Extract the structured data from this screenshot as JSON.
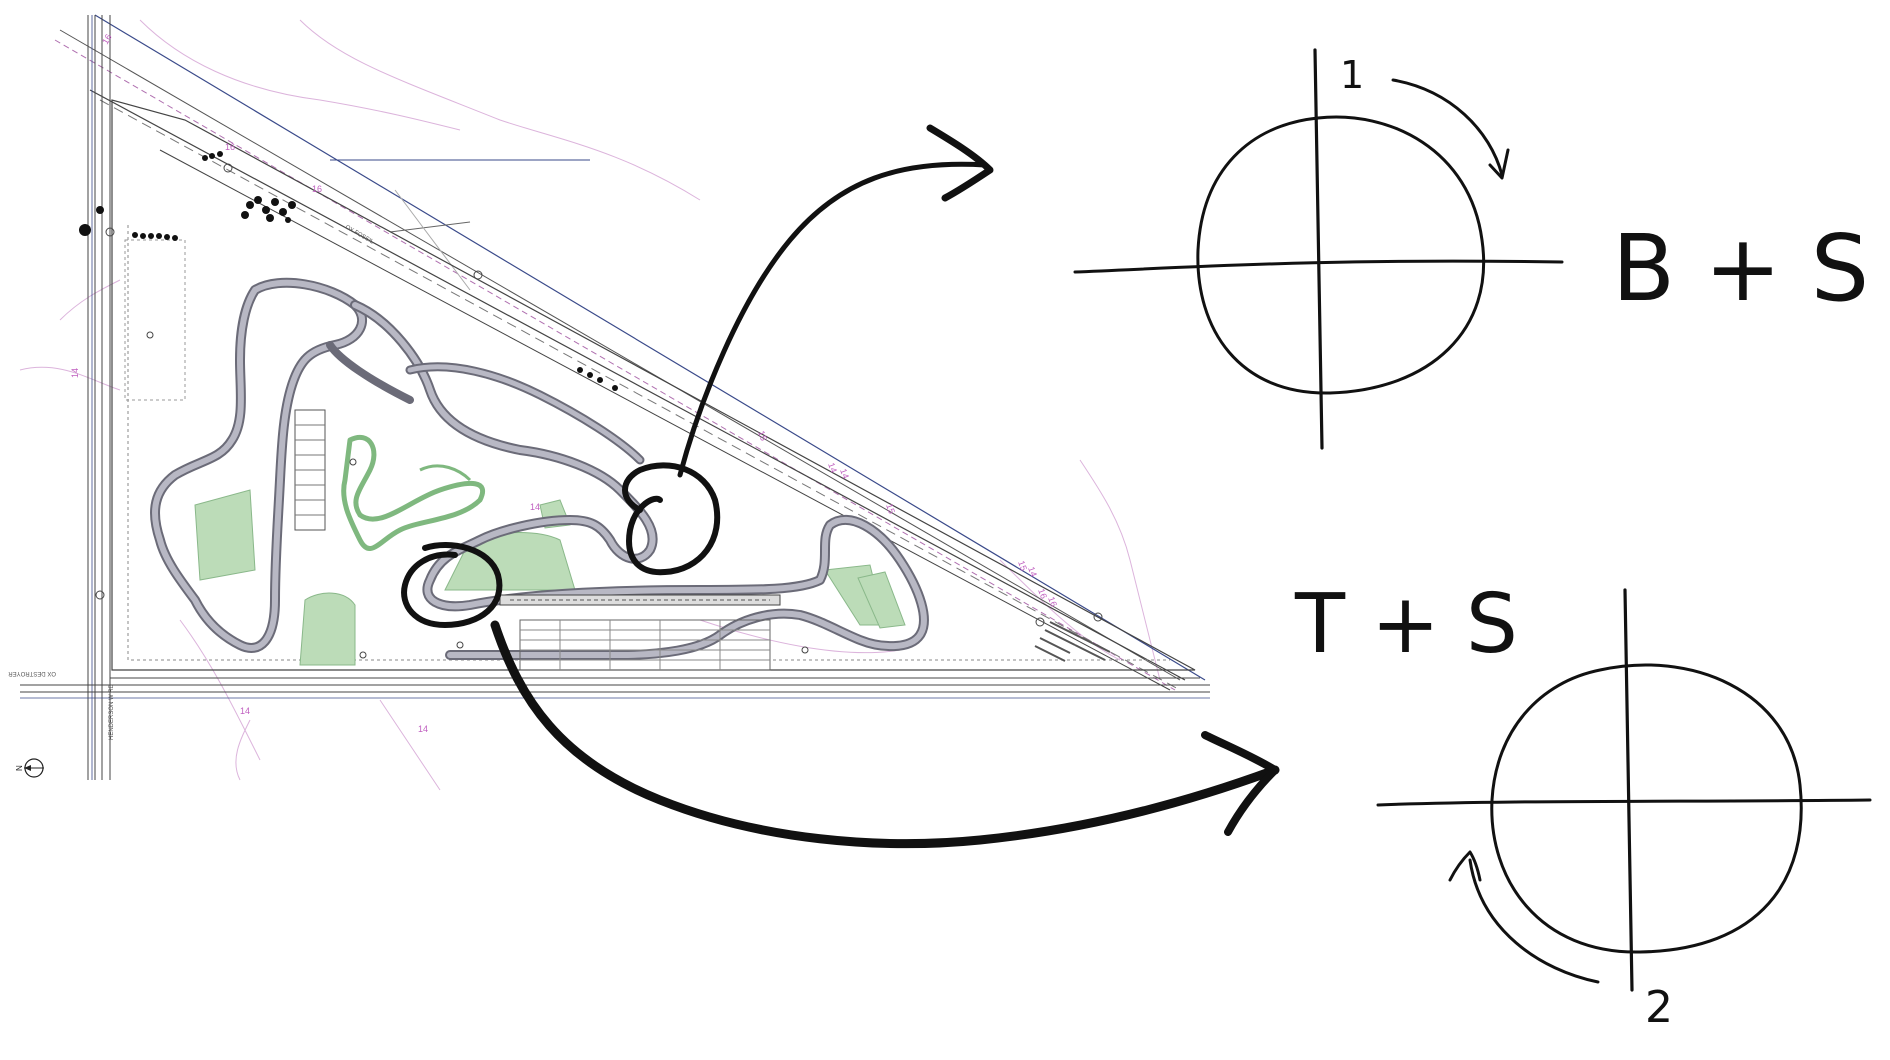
{
  "sketch": {
    "top_label": "B + S",
    "top_marker": "1",
    "bottom_label": "T + S",
    "bottom_marker": "2"
  },
  "plan": {
    "contour_labels": [
      "16",
      "16",
      "16",
      "14",
      "14",
      "14",
      "14",
      "14",
      "14",
      "15",
      "15",
      "16",
      "16",
      "14",
      "15"
    ],
    "road_left": "HENDERSON W RD",
    "road_bottom": "OX DESTROYER",
    "road_top": "OX FOSSIL",
    "north_label": "N"
  },
  "colors": {
    "ink": "#111111",
    "track": "#8a8a96",
    "track_dark": "#555560",
    "green": "#bcdcb8",
    "grid_blue": "#3a4a8a",
    "contour": "#d8a8d8"
  }
}
